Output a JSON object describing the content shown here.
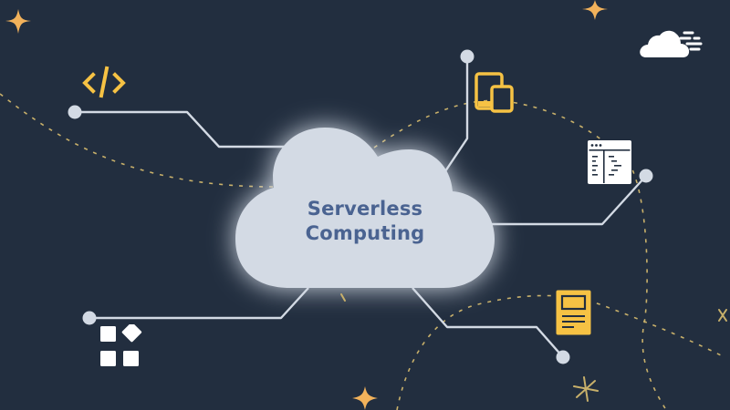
{
  "title": {
    "line1": "Serverless",
    "line2": "Computing"
  },
  "colors": {
    "background": "#222e3f",
    "cloud": "#d3dae4",
    "title_text": "#4a6391",
    "connector": "#d3dae4",
    "accent_yellow": "#f6c244",
    "star_orange": "#f2b25b",
    "dash_gold": "#c8b06a",
    "icon_white": "#ffffff"
  },
  "icons": [
    {
      "name": "code-icon",
      "glyph": "</>"
    },
    {
      "name": "devices-icon",
      "glyph": "tablet+phone"
    },
    {
      "name": "fast-cloud-icon",
      "glyph": "cloud with speed lines"
    },
    {
      "name": "code-editor-window-icon",
      "glyph": "window with code lines"
    },
    {
      "name": "document-icon",
      "glyph": "document with image"
    },
    {
      "name": "apps-grid-icon",
      "glyph": "3 squares + diamond"
    }
  ]
}
